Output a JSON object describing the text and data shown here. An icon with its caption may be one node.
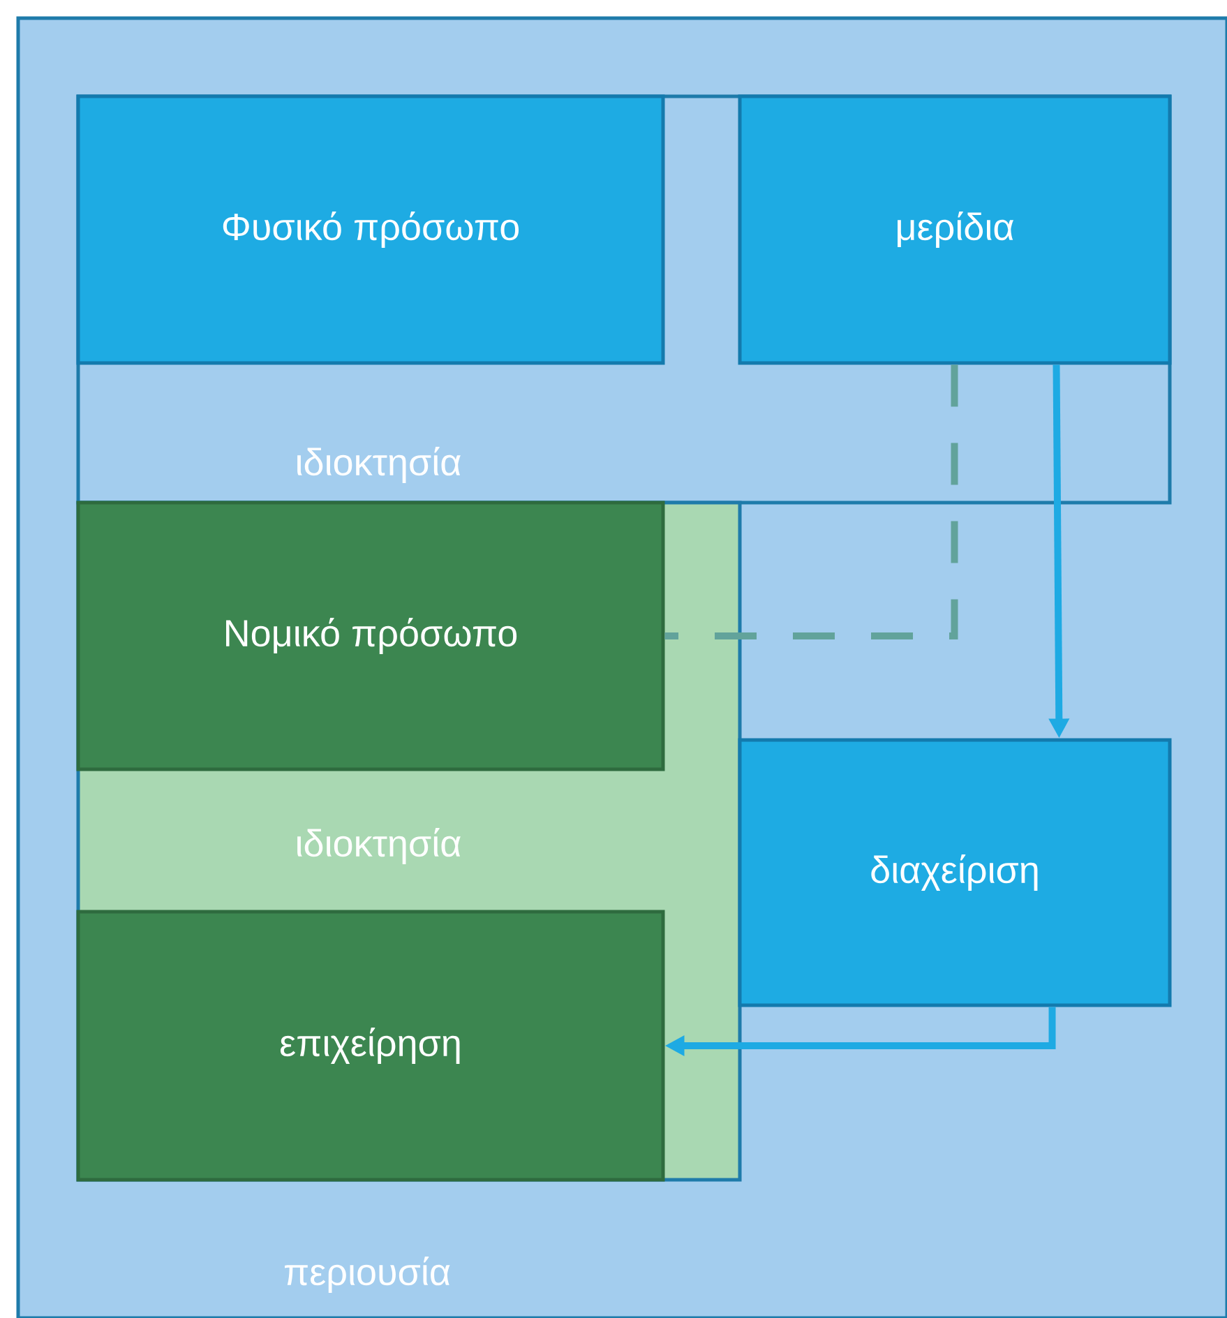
{
  "diagram": {
    "nodes": [
      {
        "text": [
          "περιουσία"
        ]
      },
      {
        "text": [
          "ιδιοκτησία"
        ],
        "in": 0
      },
      {
        "text": [
          "Φυσικό πρόσωπο"
        ],
        "in": 1
      },
      {
        "text": [
          "μερίδια"
        ],
        "in": 1
      },
      {
        "text": [
          "ιδιοκτησία"
        ],
        "in": 0
      },
      {
        "text": [
          "Νομικό πρόσωπο"
        ],
        "in": 4
      },
      {
        "text": [
          "επιχείρηση"
        ],
        "in": 4
      },
      {
        "text": [
          "διαχείριση"
        ],
        "in": 0
      }
    ],
    "edges": [
      {
        "from": 3,
        "to": 5,
        "arrow": "none",
        "style": "dashed",
        "color": "#62a39b"
      },
      {
        "from": 3,
        "to": 7,
        "arrow": "to"
      },
      {
        "from": 7,
        "to": 6,
        "arrow": "to"
      }
    ]
  }
}
